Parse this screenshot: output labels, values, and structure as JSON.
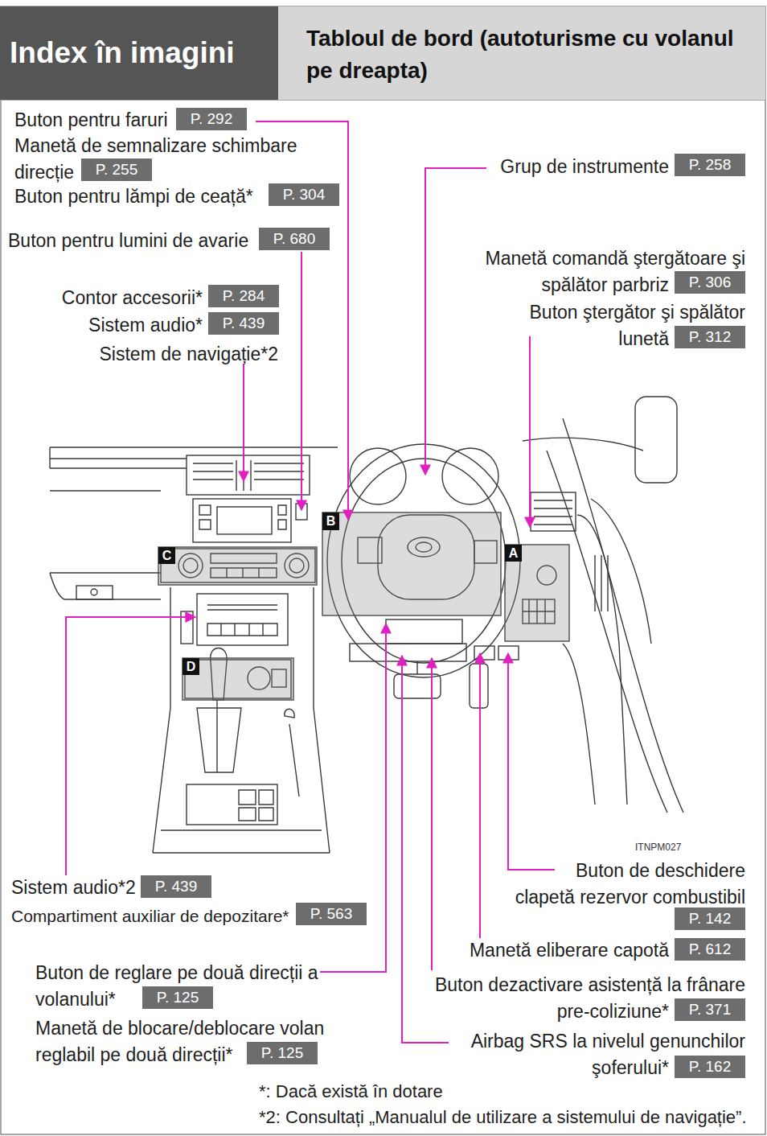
{
  "diagram": {
    "nodes": [
      {
        "text": [
          "Index în imagini"
        ]
      },
      {
        "text": [
          "Tabloul de bord (autoturisme cu volanul pe dreapta)"
        ]
      },
      {
        "text": [
          "P. 292"
        ]
      },
      {
        "text": [
          "P. 255"
        ]
      },
      {
        "text": [
          "P. 258"
        ]
      },
      {
        "text": [
          "P. 304"
        ]
      },
      {
        "text": [
          "P. 680"
        ]
      },
      {
        "text": [
          "P. 306"
        ]
      },
      {
        "text": [
          "P. 284"
        ]
      },
      {
        "text": [
          "P. 312"
        ]
      },
      {
        "text": [
          "P. 439"
        ]
      },
      {
        "text": [
          "B"
        ]
      },
      {
        "text": [
          "C"
        ]
      },
      {
        "text": [
          "A"
        ]
      },
      {
        "text": [
          "D"
        ]
      },
      {
        "text": [
          "P. 439"
        ]
      },
      {
        "text": [
          "P. 142"
        ]
      },
      {
        "text": [
          "P. 563"
        ]
      },
      {
        "text": [
          "P. 612"
        ]
      },
      {
        "text": [
          "P. 125"
        ]
      },
      {
        "text": [
          "P. 371"
        ]
      },
      {
        "text": [
          "P. 125"
        ]
      },
      {
        "text": [
          "P. 162"
        ]
      }
    ],
    "labels": [
      "Buton pentru faruri",
      "Manetă de semnalizare schimbare direcție",
      "Grup de instrumente",
      "Buton pentru lămpi de ceață*",
      "Buton pentru lumini de avarie",
      "Manetă comandă ştergătoare şi spălător parbriz",
      "Contor accesorii*",
      "Sistem audio*",
      "Buton ştergător şi spălător lunetă",
      "Sistem de navigație*2",
      "ITNPM027",
      "Buton de deschidere clapetă rezervor combustibil",
      "Sistem audio*2",
      "Compartiment auxiliar de depozitare*",
      "Manetă eliberare capotă",
      "Buton de reglare pe două direcții a volanului*",
      "Buton dezactivare asistență la frânare pre-coliziune*",
      "Manetă de blocare/deblocare volan reglabil pe două direcții*",
      "Airbag SRS la nivelul genunchilor şoferului*",
      "*: Dacă există în dotare",
      "*2: Consultați „Manualul de utilizare a sistemului de navigație”."
    ]
  }
}
